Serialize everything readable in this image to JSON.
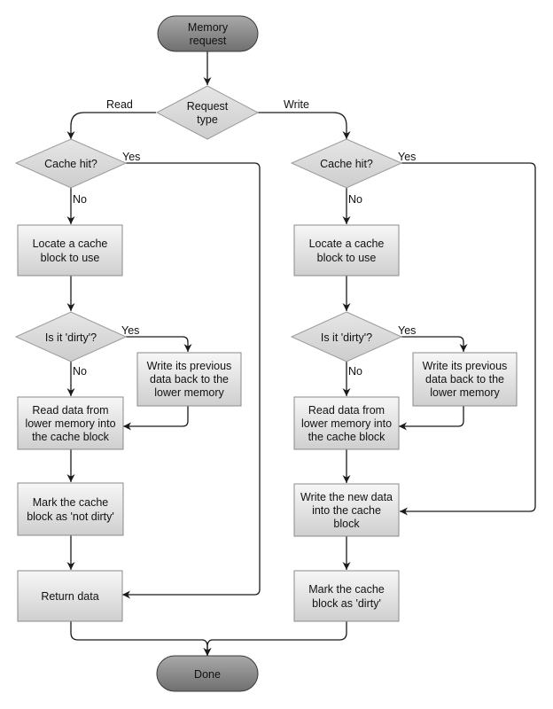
{
  "nodes": {
    "start": [
      "Memory",
      "request"
    ],
    "request_type": [
      "Request",
      "type"
    ],
    "done": [
      "Done"
    ],
    "read": {
      "cache_hit": [
        "Cache hit?"
      ],
      "locate": [
        "Locate a cache",
        "block to use"
      ],
      "is_dirty": [
        "Is it 'dirty'?"
      ],
      "write_back": [
        "Write its previous",
        "data back to the",
        "lower memory"
      ],
      "read_lower": [
        "Read data from",
        "lower memory into",
        "the cache block"
      ],
      "mark": [
        "Mark the cache",
        "block as 'not dirty'"
      ],
      "return": [
        "Return data"
      ]
    },
    "write": {
      "cache_hit": [
        "Cache hit?"
      ],
      "locate": [
        "Locate a cache",
        "block to use"
      ],
      "is_dirty": [
        "Is it 'dirty'?"
      ],
      "write_back": [
        "Write its previous",
        "data back to the",
        "lower memory"
      ],
      "read_lower": [
        "Read data from",
        "lower memory into",
        "the cache block"
      ],
      "write_new": [
        "Write the new data",
        "into the cache",
        "block"
      ],
      "mark": [
        "Mark the cache",
        "block as 'dirty'"
      ]
    }
  },
  "edges": {
    "read": "Read",
    "write": "Write",
    "read_hit_yes": "Yes",
    "read_hit_no": "No",
    "read_dirty_yes": "Yes",
    "read_dirty_no": "No",
    "write_hit_yes": "Yes",
    "write_hit_no": "No",
    "write_dirty_yes": "Yes",
    "write_dirty_no": "No"
  }
}
